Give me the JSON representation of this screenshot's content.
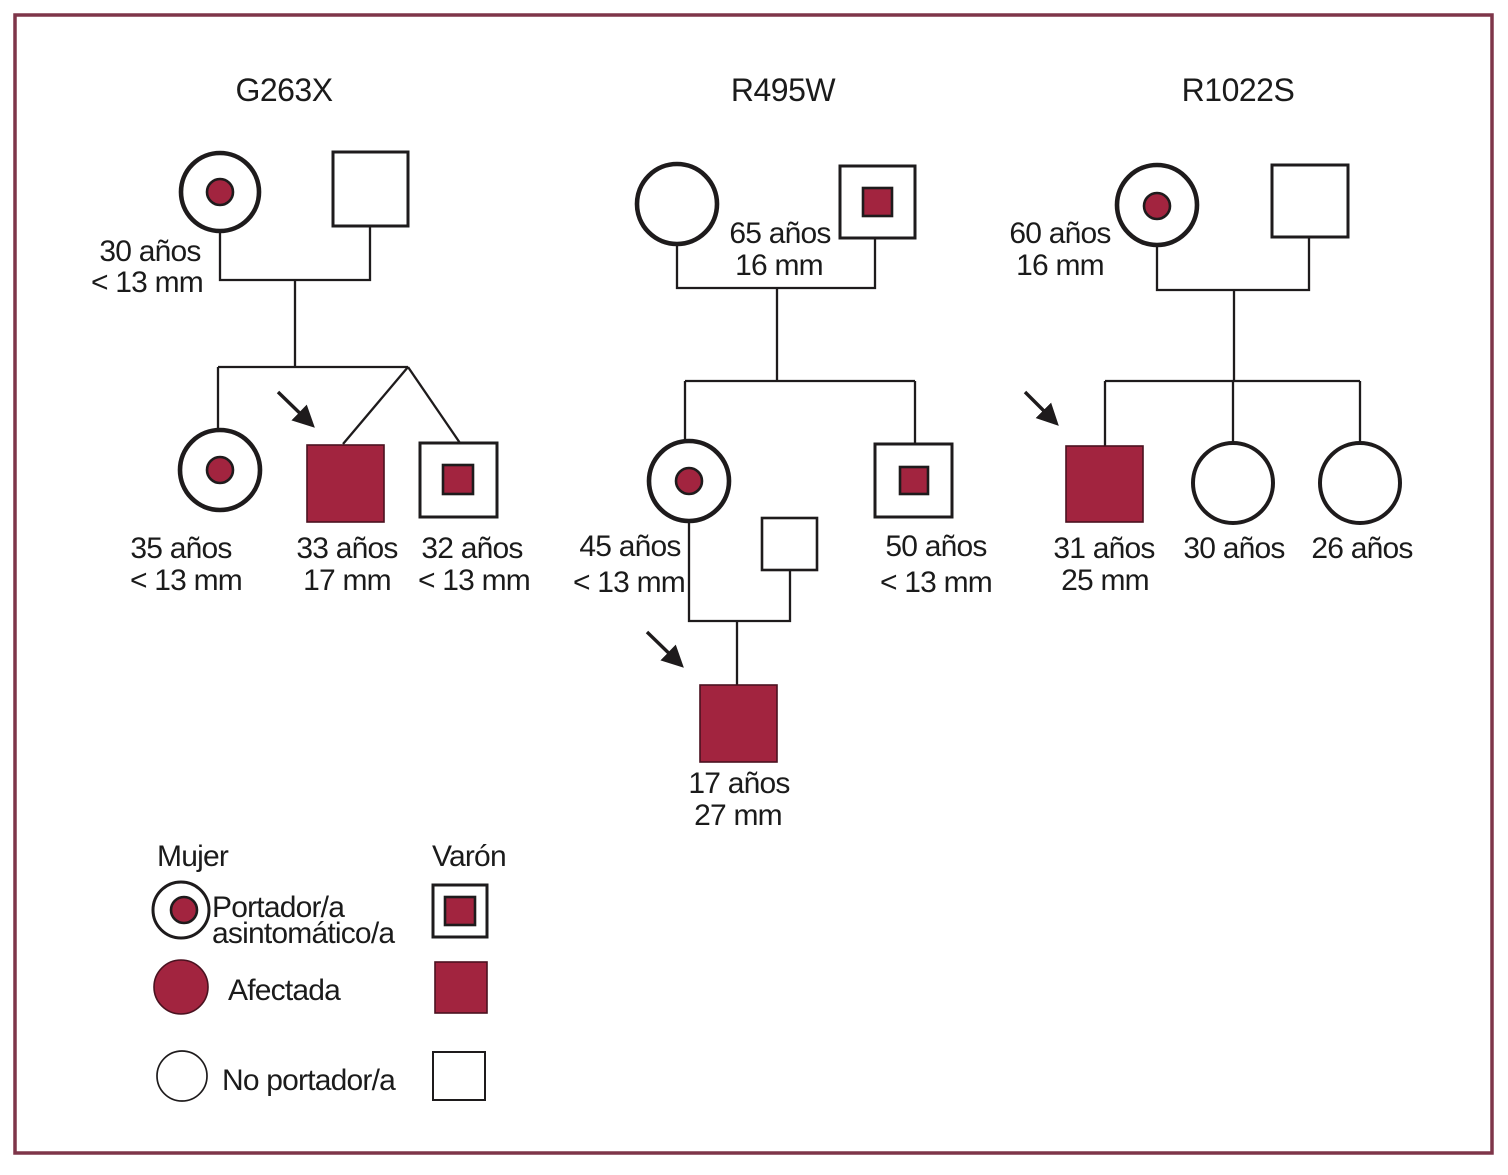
{
  "figure": {
    "kind": "family-pedigree-diagram",
    "language": "es"
  },
  "colors": {
    "affected": "#A2243F",
    "frame": "#7E3549",
    "line": "#1E1B1C"
  },
  "pedigrees": [
    {
      "title": "G263X",
      "individuals": [
        {
          "id": "I-1",
          "sex": "female",
          "status": "carrier",
          "age": "30 años",
          "size": "< 13 mm"
        },
        {
          "id": "I-2",
          "sex": "male",
          "status": "noncarrier"
        },
        {
          "id": "II-1",
          "sex": "female",
          "status": "carrier",
          "age": "35 años",
          "size": "< 13 mm"
        },
        {
          "id": "II-2",
          "sex": "male",
          "status": "affected",
          "proband": true,
          "age": "33 años",
          "size": "17 mm"
        },
        {
          "id": "II-3",
          "sex": "male",
          "status": "carrier",
          "age": "32 años",
          "size": "< 13 mm"
        }
      ]
    },
    {
      "title": "R495W",
      "individuals": [
        {
          "id": "I-1",
          "sex": "female",
          "status": "noncarrier"
        },
        {
          "id": "I-2",
          "sex": "male",
          "status": "carrier",
          "age": "65 años",
          "size": "16 mm"
        },
        {
          "id": "II-1",
          "sex": "female",
          "status": "carrier",
          "age": "45 años",
          "size": "< 13 mm"
        },
        {
          "id": "II-2",
          "sex": "male",
          "status": "noncarrier"
        },
        {
          "id": "II-3",
          "sex": "male",
          "status": "carrier",
          "age": "50 años",
          "size": "< 13 mm"
        },
        {
          "id": "III-1",
          "sex": "male",
          "status": "affected",
          "proband": true,
          "age": "17 años",
          "size": "27 mm"
        }
      ]
    },
    {
      "title": "R1022S",
      "individuals": [
        {
          "id": "I-1",
          "sex": "female",
          "status": "carrier",
          "age": "60 años",
          "size": "16 mm"
        },
        {
          "id": "I-2",
          "sex": "male",
          "status": "noncarrier"
        },
        {
          "id": "II-1",
          "sex": "male",
          "status": "affected",
          "proband": true,
          "age": "31 años",
          "size": "25 mm"
        },
        {
          "id": "II-2",
          "sex": "female",
          "status": "noncarrier",
          "age": "30 años"
        },
        {
          "id": "II-3",
          "sex": "female",
          "status": "noncarrier",
          "age": "26 años"
        }
      ]
    }
  ],
  "legend": {
    "female_header": "Mujer",
    "male_header": "Varón",
    "rows": [
      {
        "line1": "Portador/a",
        "line2": "asintomático/a"
      },
      {
        "line1": "Afectada"
      },
      {
        "line1": "No portador/a"
      }
    ]
  }
}
